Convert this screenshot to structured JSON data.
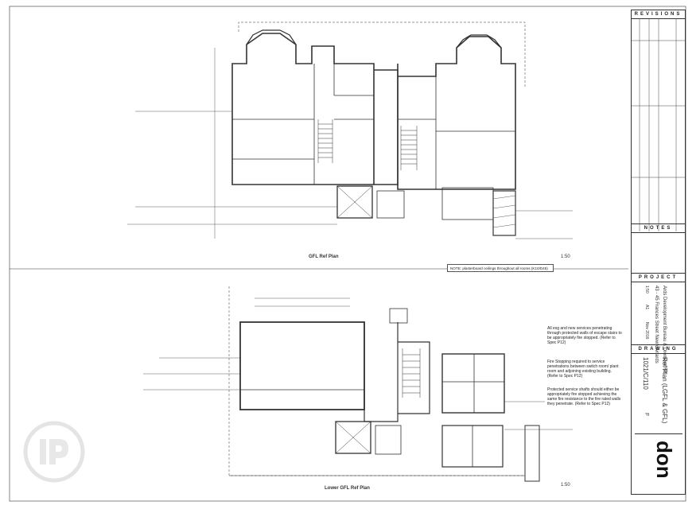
{
  "plans": {
    "upper_title": "GFL Ref Plan",
    "upper_scale": "1:50",
    "lower_title": "Lower GFL Ref Plan",
    "lower_scale": "1:50"
  },
  "notes": {
    "ceiling": "NOTE: plasterboard ceilings throughout all rooms (K10/D45)",
    "note1": "All exg and new services penetrating through protected walls of escape stairs to be appropriately fire stopped. (Refer to Spec P12)",
    "note2": "Fire Stopping required to service penetrations between switch room/ plant room and adjoining existing building. (Refer to Spec P12)",
    "note3": "Protected service shafts should either be appropriately fire stopped achieving the same fire resistance to the fire rated walls they penetrate. (Refer to Spec P12)"
  },
  "title_block": {
    "revisions": "REVISIONS",
    "notes_head": "NOTES",
    "project_head": "PROJECT",
    "drawing_head": "DRAWING",
    "client": "Ards Development Bureau & Dromore Rd",
    "project": "43 - 45 Frances Street Newtownards",
    "drawing_title": "Ref Plan (LGFL & GFL)",
    "scale": "1:50",
    "size": "A1",
    "date": "Nov 2016",
    "drawing_no": "1021/C/110",
    "rev": "F",
    "logo": "don"
  },
  "colors": {
    "line": "#333333",
    "watermark": "#e6e6e6"
  }
}
